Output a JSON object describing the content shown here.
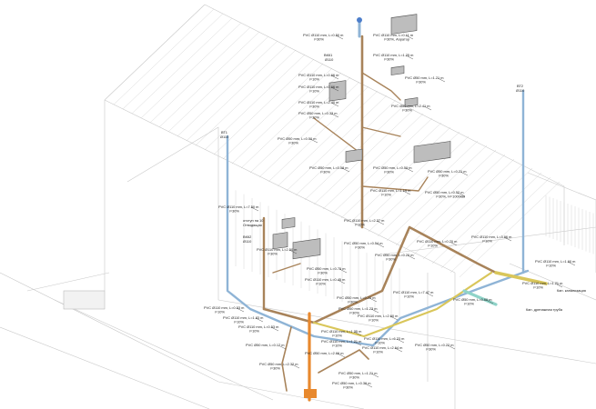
{
  "diagram": {
    "risers": [
      {
        "name": "ВТ1",
        "dia": "Ø110"
      },
      {
        "name": "ВТ2",
        "dia": "Ø110"
      },
      {
        "name": "ВКК1",
        "dia": "Ø110"
      },
      {
        "name": "ВКК2",
        "dia": "Ø110"
      }
    ],
    "notes": [
      "отступ на 10",
      "Отводящая"
    ],
    "outlets": [
      "Кан. канализация",
      "Кан. дренажная труба"
    ],
    "labels": [
      [
        "PVC Ø110 mm, L=0.50 m",
        "i=30%"
      ],
      [
        "PVC Ø110 mm, L=0.11 m",
        "i=30%, Аэратор"
      ],
      [
        "PVC Ø110 mm, L=1.25 m",
        "i=30%"
      ],
      [
        "PVC Ø110 mm, L=0.66 m",
        "i=10%"
      ],
      [
        "PVC Ø50 mm, L=1.21 m",
        "i=30%"
      ],
      [
        "PVC Ø110 mm, L=0.66 m",
        "i=10%"
      ],
      [
        "PVC Ø110 mm, L=2.40 m",
        "i=30%"
      ],
      [
        "PVC Ø50 mm, L=2.41 m",
        "i=30%"
      ],
      [
        "PVC Ø50 mm, L=0.33 m",
        "i=30%"
      ],
      [
        "PVC Ø50 mm, L=0.50 m",
        "i=30%"
      ],
      [
        "PVC Ø50 mm, L=0.58 m",
        "i=30%"
      ],
      [
        "PVC Ø50 mm, L=0.50 m",
        "i=30%"
      ],
      [
        "PVC Ø50 mm, L=0.21 m",
        "i=30%"
      ],
      [
        "PVC Ø110 mm, L=1.19 m",
        "i=10%"
      ],
      [
        "PVC Ø50 mm, L=0.52 m",
        "i=30%, Н=1000мм"
      ],
      [
        "PVC Ø110 mm, L=7.50 m",
        "i=30%"
      ],
      [
        "PVC Ø110 mm, L=2.37 m",
        "i=10%"
      ],
      [
        "PVC Ø110 mm, L=2.50 m",
        "i=30%"
      ],
      [
        "PVC Ø50 mm, L=0.54 m",
        "i=30%"
      ],
      [
        "PVC Ø110 mm, L=0.70 m",
        "i=10%"
      ],
      [
        "PVC Ø110 mm, L=3.96 m",
        "i=10%"
      ],
      [
        "PVC Ø50 mm, L=0.20 m",
        "i=30%"
      ],
      [
        "PVC Ø110 mm, L=1.60 m",
        "i=10%"
      ],
      [
        "PVC Ø50 mm, L=0.75 m",
        "i=30%"
      ],
      [
        "PVC Ø110 mm, L=0.45 m",
        "i=10%"
      ],
      [
        "PVC Ø110 mm, L=1.71 m",
        "i=10%"
      ],
      [
        "PVC Ø110 mm, L=7.47 m",
        "i=10%"
      ],
      [
        "PVC Ø50 mm, L=0.20 m",
        "i=30%"
      ],
      [
        "PVC Ø110 mm, L=0.53 m",
        "i=10%"
      ],
      [
        "PVC Ø50 mm, L=1.23 m",
        "i=30%"
      ],
      [
        "PVC Ø50 mm, L=0.60 m",
        "i=10%"
      ],
      [
        "PVC Ø110 mm, L=1.83 m",
        "i=10%"
      ],
      [
        "PVC Ø110 mm, L=2.60 m",
        "i=10%"
      ],
      [
        "PVC Ø110 mm, L=0.53 m",
        "i=10%"
      ],
      [
        "PVC Ø110 mm, L=1.35 m",
        "i=10%"
      ],
      [
        "PVC Ø110 mm, L=6.23 m",
        "i=10%"
      ],
      [
        "PVC Ø110 mm, L=1.21 m",
        "i=10%"
      ],
      [
        "PVC Ø50 mm, L=0.17 m",
        ""
      ],
      [
        "PVC Ø110 mm, L=2.64 m",
        "i=10%"
      ],
      [
        "PVC Ø50 mm, L=0.22 m",
        "i=30%"
      ],
      [
        "PVC Ø50 mm, L=2.66 m",
        ""
      ],
      [
        "PVC Ø50 mm, L=2.32 m",
        "i=30%"
      ],
      [
        "PVC Ø50 mm, L=1.21 m",
        "i=30%"
      ],
      [
        "PVC Ø50 mm, L=0.39 m",
        "i=30%"
      ]
    ]
  },
  "colors": {
    "riser": "#8fb4d6",
    "main": "#a8835a",
    "drain": "#e8892e",
    "yellow": "#d9c65a",
    "teal": "#8fd3c8",
    "fixture": "#8a8a8a"
  }
}
